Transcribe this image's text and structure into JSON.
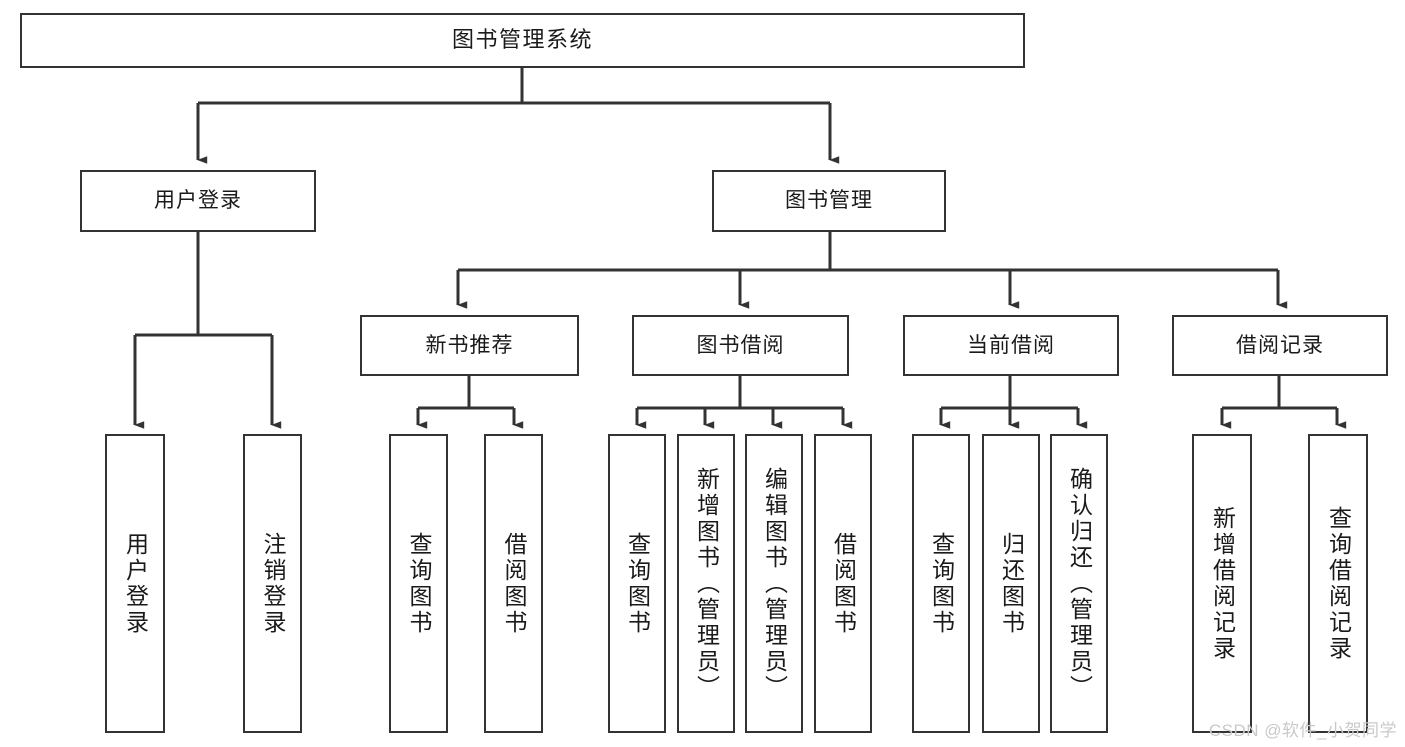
{
  "diagram": {
    "title": "图书管理系统",
    "type": "tree",
    "watermark": "CSDN @软件_小贺同学",
    "colors": {
      "background": "#ffffff",
      "node_border": "#333333",
      "node_fill": "#ffffff",
      "edge": "#333333",
      "text": "#1a1a1a",
      "watermark": "#c9c9c9"
    },
    "nodes": {
      "root": {
        "label": "图书管理系统"
      },
      "level2": [
        {
          "id": "user-login",
          "label": "用户登录"
        },
        {
          "id": "book-management",
          "label": "图书管理"
        }
      ],
      "level3": [
        {
          "id": "new-book-recommend",
          "label": "新书推荐"
        },
        {
          "id": "book-borrow",
          "label": "图书借阅"
        },
        {
          "id": "current-borrow",
          "label": "当前借阅"
        },
        {
          "id": "borrow-record",
          "label": "借阅记录"
        }
      ],
      "leaves": {
        "user_login": [
          {
            "id": "leaf-user-login",
            "label": "用户登录"
          },
          {
            "id": "leaf-logout-login",
            "label": "注销登录"
          }
        ],
        "new_book_recommend": [
          {
            "id": "leaf-query-book-1",
            "label": "查询图书"
          },
          {
            "id": "leaf-borrow-book-1",
            "label": "借阅图书"
          }
        ],
        "book_borrow": [
          {
            "id": "leaf-query-book-2",
            "label": "查询图书"
          },
          {
            "id": "leaf-add-book",
            "label": "新增图书（管理员）"
          },
          {
            "id": "leaf-edit-book",
            "label": "编辑图书（管理员）"
          },
          {
            "id": "leaf-borrow-book-2",
            "label": "借阅图书"
          }
        ],
        "current_borrow": [
          {
            "id": "leaf-query-book-3",
            "label": "查询图书"
          },
          {
            "id": "leaf-return-book",
            "label": "归还图书"
          },
          {
            "id": "leaf-confirm-return",
            "label": "确认归还（管理员）"
          }
        ],
        "borrow_record": [
          {
            "id": "leaf-add-record",
            "label": "新增借阅记录"
          },
          {
            "id": "leaf-query-record",
            "label": "查询借阅记录"
          }
        ]
      }
    }
  }
}
